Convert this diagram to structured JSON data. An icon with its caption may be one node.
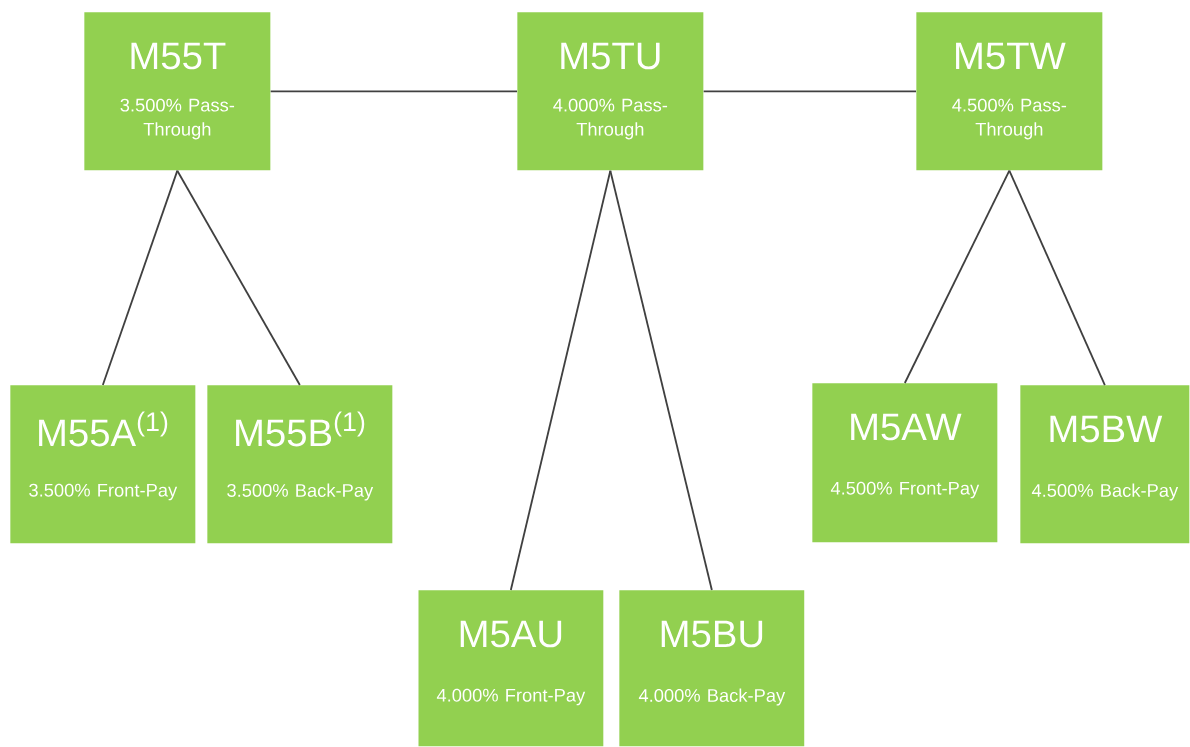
{
  "diagram": {
    "nodes": [
      {
        "text": [
          "M55T",
          "3.500% Pass-Through"
        ]
      },
      {
        "text": [
          "M5TU",
          "4.000% Pass-Through"
        ]
      },
      {
        "text": [
          "M5TW",
          "4.500% Pass-Through"
        ]
      },
      {
        "text": [
          "M55A$^{(1)}$",
          "3.500% Front-Pay"
        ]
      },
      {
        "text": [
          "M55B$^{(1)}$",
          "3.500% Back-Pay"
        ]
      },
      {
        "text": [
          "M5AU",
          "4.000% Front-Pay"
        ]
      },
      {
        "text": [
          "M5BU",
          "4.000% Back-Pay"
        ]
      },
      {
        "text": [
          "M5AW",
          "4.500% Front-Pay"
        ]
      },
      {
        "text": [
          "M5BW",
          "4.500% Back-Pay"
        ]
      }
    ],
    "edges": [
      {
        "from": 0,
        "to": 1,
        "arrow": "none"
      },
      {
        "from": 1,
        "to": 2,
        "arrow": "none"
      },
      {
        "from": 0,
        "to": 3,
        "arrow": "none"
      },
      {
        "from": 0,
        "to": 4,
        "arrow": "none"
      },
      {
        "from": 1,
        "to": 5,
        "arrow": "none"
      },
      {
        "from": 1,
        "to": 6,
        "arrow": "none"
      },
      {
        "from": 2,
        "to": 7,
        "arrow": "none"
      },
      {
        "from": 2,
        "to": 8,
        "arrow": "none"
      }
    ]
  }
}
